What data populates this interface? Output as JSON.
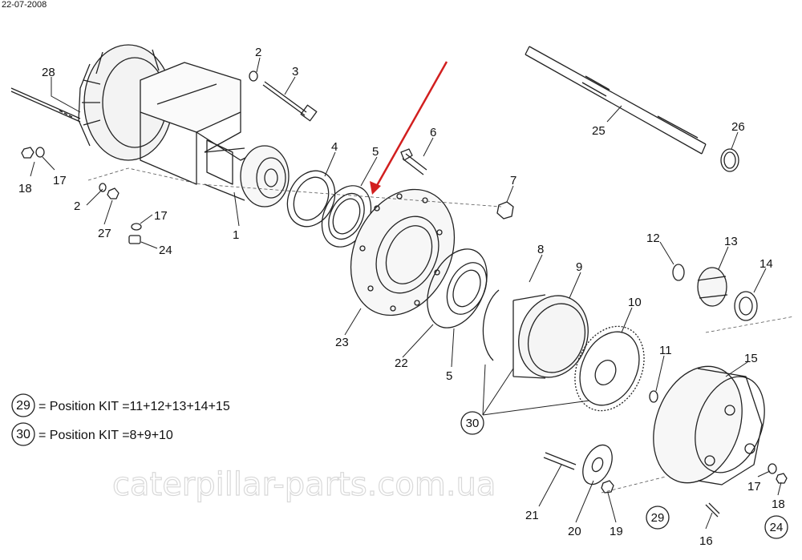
{
  "date": "22-07-2008",
  "watermark": "caterpillar-parts.com.ua",
  "callouts": {
    "n1": "1",
    "n2a": "2",
    "n2b": "2",
    "n3": "3",
    "n4": "4",
    "n5a": "5",
    "n5b": "5",
    "n6": "6",
    "n7": "7",
    "n8": "8",
    "n9": "9",
    "n10": "10",
    "n11": "11",
    "n12": "12",
    "n13": "13",
    "n14": "14",
    "n15": "15",
    "n16": "16",
    "n17a": "17",
    "n17b": "17",
    "n17c": "17",
    "n18a": "18",
    "n18b": "18",
    "n19": "19",
    "n20": "20",
    "n21": "21",
    "n22": "22",
    "n23": "23",
    "n24a": "24",
    "n24b": "24",
    "n25": "25",
    "n26": "26",
    "n27": "27",
    "n28": "28",
    "n29": "29",
    "n30": "30"
  },
  "legend": {
    "kit29_num": "29",
    "kit29_text": "= Position KIT =11+12+13+14+15",
    "kit30_num": "30",
    "kit30_text": "= Position KIT =8+9+10"
  },
  "colors": {
    "arrow": "#d21f1f",
    "line": "#222222"
  }
}
